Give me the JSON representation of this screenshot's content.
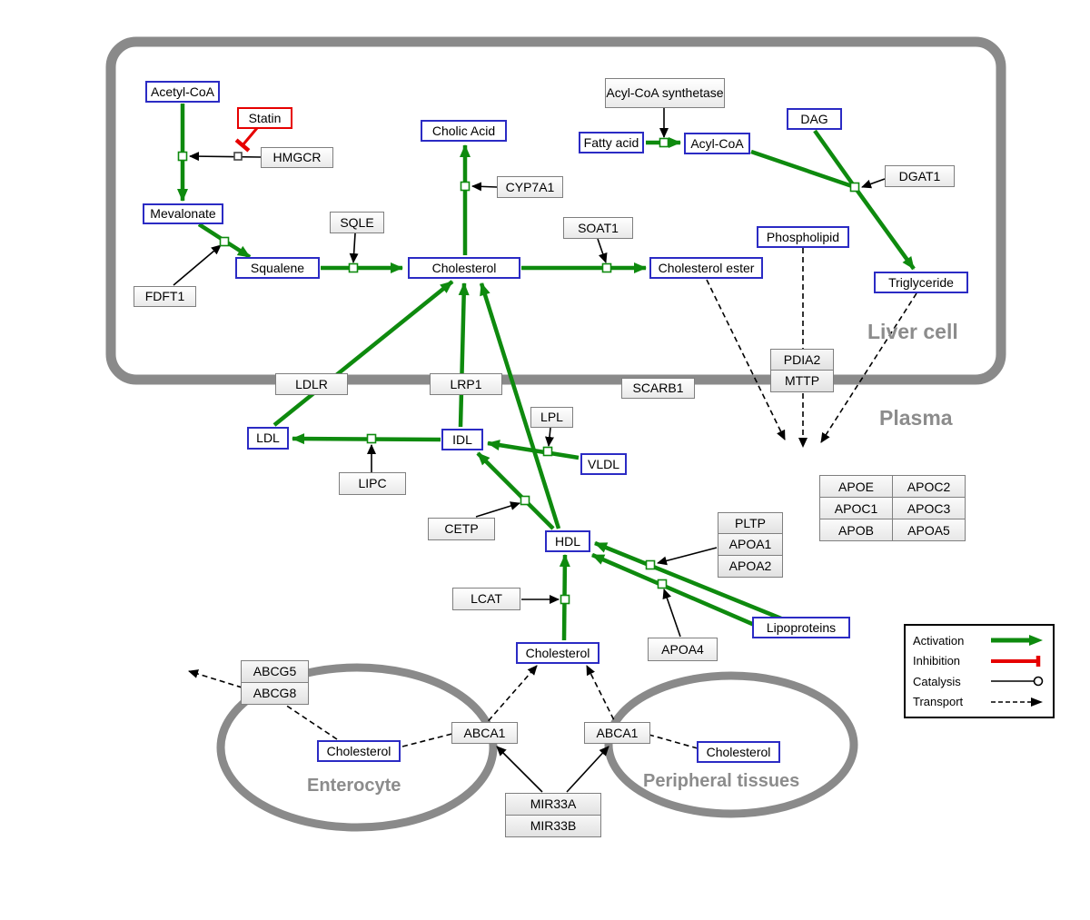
{
  "regions": {
    "liver": "Liver cell",
    "plasma": "Plasma",
    "enterocyte": "Enterocyte",
    "peripheral": "Peripheral tissues"
  },
  "nodes": {
    "acetyl_coa": {
      "label": "Acetyl-CoA"
    },
    "statin": {
      "label": "Statin"
    },
    "hmgcr": {
      "label": "HMGCR"
    },
    "mevalonate": {
      "label": "Mevalonate"
    },
    "fdft1": {
      "label": "FDFT1"
    },
    "squalene": {
      "label": "Squalene"
    },
    "sqle": {
      "label": "SQLE"
    },
    "cholesterol_liver": {
      "label": "Cholesterol"
    },
    "cholic_acid": {
      "label": "Cholic Acid"
    },
    "cyp7a1": {
      "label": "CYP7A1"
    },
    "soat1": {
      "label": "SOAT1"
    },
    "cholesterol_ester": {
      "label": "Cholesterol ester"
    },
    "acyl_coa_synthetase": {
      "label": "Acyl-CoA synthetase"
    },
    "fatty_acid": {
      "label": "Fatty acid"
    },
    "acyl_coa": {
      "label": "Acyl-CoA"
    },
    "dag": {
      "label": "DAG"
    },
    "dgat1": {
      "label": "DGAT1"
    },
    "phospholipid": {
      "label": "Phospholipid"
    },
    "triglyceride": {
      "label": "Triglyceride"
    },
    "ldlr": {
      "label": "LDLR"
    },
    "lrp1": {
      "label": "LRP1"
    },
    "scarb1": {
      "label": "SCARB1"
    },
    "pdia2": {
      "label": "PDIA2"
    },
    "mttp": {
      "label": "MTTP"
    },
    "ldl": {
      "label": "LDL"
    },
    "idl": {
      "label": "IDL"
    },
    "lipc": {
      "label": "LIPC"
    },
    "lpl": {
      "label": "LPL"
    },
    "vldl": {
      "label": "VLDL"
    },
    "cetp": {
      "label": "CETP"
    },
    "hdl": {
      "label": "HDL"
    },
    "lcat": {
      "label": "LCAT"
    },
    "pltp": {
      "label": "PLTP"
    },
    "apoa1": {
      "label": "APOA1"
    },
    "apoa2": {
      "label": "APOA2"
    },
    "apoa4": {
      "label": "APOA4"
    },
    "lipoproteins": {
      "label": "Lipoproteins"
    },
    "cholesterol_plasma": {
      "label": "Cholesterol"
    },
    "abcg5": {
      "label": "ABCG5"
    },
    "abcg8": {
      "label": "ABCG8"
    },
    "cholesterol_enterocyte": {
      "label": "Cholesterol"
    },
    "abca1_left": {
      "label": "ABCA1"
    },
    "abca1_right": {
      "label": "ABCA1"
    },
    "cholesterol_peripheral": {
      "label": "Cholesterol"
    },
    "mir33a": {
      "label": "MIR33A"
    },
    "mir33b": {
      "label": "MIR33B"
    }
  },
  "apo_table": {
    "rows": [
      [
        "APOE",
        "APOC2"
      ],
      [
        "APOC1",
        "APOC3"
      ],
      [
        "APOB",
        "APOA5"
      ]
    ]
  },
  "legend": {
    "items": [
      "Activation",
      "Inhibition",
      "Catalysis",
      "Transport"
    ]
  },
  "colors": {
    "activation": "#0e8a0e",
    "inhibition": "#e60000",
    "catalysis": "#000000",
    "transport": "#000000",
    "metabolite_border": "#2b2bc4",
    "membrane": "#8a8a8a"
  }
}
